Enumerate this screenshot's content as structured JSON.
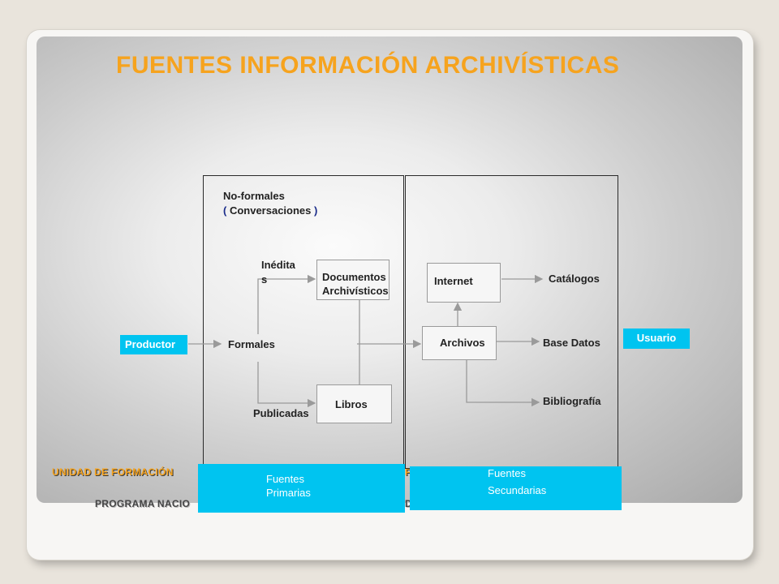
{
  "title": "FUENTES INFORMACIÓN ARCHIVÍSTICAS",
  "left_column": {
    "no_formales_line1": "No-formales",
    "no_formales_line2_open": "( ",
    "no_formales_line2_text": "Conversaciones",
    "no_formales_line2_close": " )",
    "ineditas_line1": "Inédita",
    "ineditas_line2": "s",
    "documentos_line1": "Documentos",
    "documentos_line2": "Archivísticos",
    "formales": "Formales",
    "publicadas": "Publicadas",
    "libros": "Libros"
  },
  "right_column": {
    "internet": "Internet",
    "archivos": "Archivos",
    "catalogos": "Catálogos",
    "base_datos": "Base Datos",
    "bibliografia": "Bibliografía"
  },
  "productor": "Productor",
  "usuario": "Usuario",
  "fuentes_primarias": {
    "line1": "Fuentes",
    "line2": "Primarias"
  },
  "fuentes_secundarias": {
    "line1": "Fuentes",
    "line2": "Secundarias"
  },
  "footer": {
    "line1_left": "UNIDAD DE FORMACIÓN",
    "line1_right": "F",
    "line2_left": "PROGRAMA NACIO",
    "line2_right": "D"
  },
  "colors": {
    "title": "#f6a31e",
    "cyan": "#00c4f0",
    "blue_text": "#1a2c8a"
  }
}
